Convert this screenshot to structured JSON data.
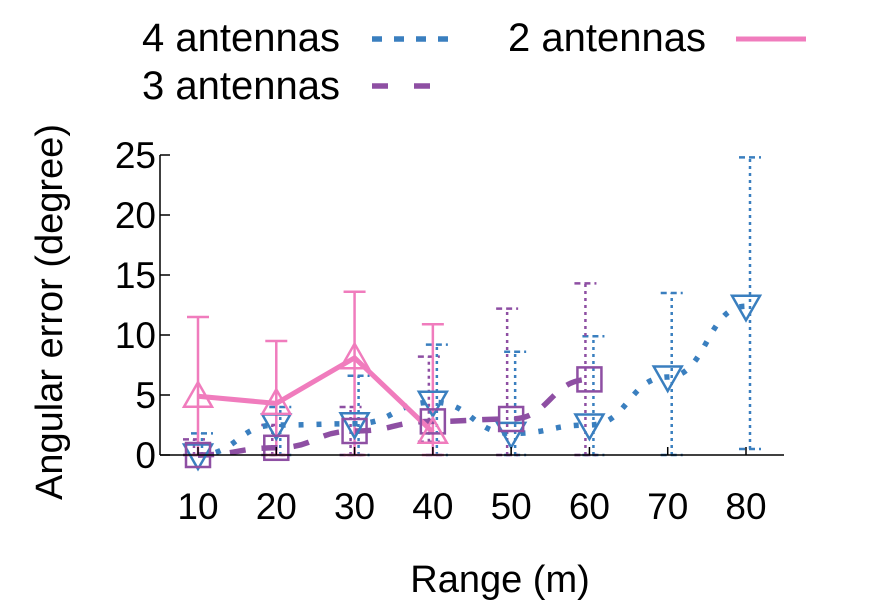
{
  "chart_data": {
    "type": "line",
    "xlabel": "Range (m)",
    "ylabel": "Angular error (degree)",
    "ylim": [
      0,
      25
    ],
    "yticks": [
      0,
      5,
      10,
      15,
      20,
      25
    ],
    "categories": [
      10,
      20,
      30,
      40,
      50,
      60,
      70,
      80
    ],
    "legend_position": "top",
    "series": [
      {
        "name": "4 antennas",
        "style": "dotted",
        "marker": "triangle-down",
        "color": "#3a7fbf",
        "x": [
          10,
          20,
          30,
          40,
          50,
          60,
          70,
          80
        ],
        "y": [
          0,
          2.5,
          2.6,
          4.4,
          1.8,
          2.5,
          6.5,
          12.4
        ],
        "err_low": [
          0,
          0,
          0,
          0,
          0,
          0,
          0,
          0.5
        ],
        "err_high": [
          1.8,
          4.0,
          6.6,
          9.2,
          8.6,
          9.9,
          13.5,
          24.8
        ]
      },
      {
        "name": "3 antennas",
        "style": "dashed",
        "marker": "square",
        "color": "#8e4fa3",
        "x": [
          10,
          20,
          30,
          40,
          50,
          60
        ],
        "y": [
          0,
          0.6,
          2.0,
          2.8,
          3.0,
          6.3
        ],
        "err_low": [
          0,
          0,
          0,
          1.1,
          0,
          0
        ],
        "err_high": [
          1.3,
          2.5,
          4.0,
          8.2,
          12.2,
          14.3
        ]
      },
      {
        "name": "2 antennas",
        "style": "solid",
        "marker": "triangle-up",
        "color": "#f07cbd",
        "x": [
          10,
          20,
          30,
          40
        ],
        "y": [
          4.9,
          4.3,
          8.1,
          1.9
        ],
        "err_low": [
          0,
          0,
          0,
          0
        ],
        "err_high": [
          11.5,
          9.5,
          13.6,
          10.9
        ]
      }
    ]
  }
}
